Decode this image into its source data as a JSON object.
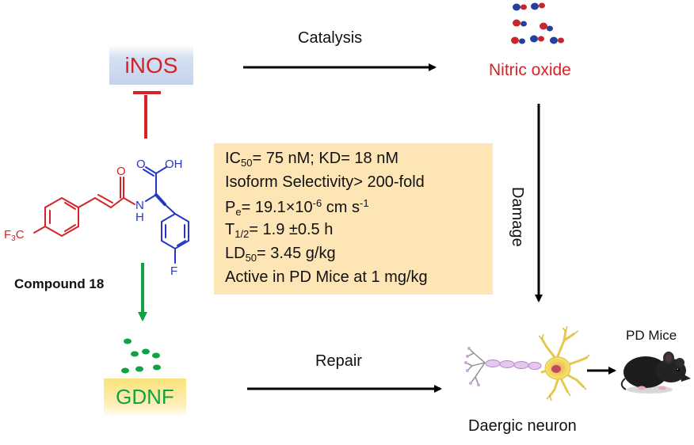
{
  "inos": {
    "label": "iNOS"
  },
  "gdnf": {
    "label": "GDNF"
  },
  "nitric_oxide": {
    "label": "Nitric oxide"
  },
  "arrows": {
    "catalysis": "Catalysis",
    "damage": "Damage",
    "repair": "Repair"
  },
  "compound": {
    "label": "Compound 18",
    "atoms": {
      "cf3_prefix": "F",
      "cf3_sub": "3",
      "cf3_suffix": "C",
      "o": "O",
      "oh": "OH",
      "nh": "N",
      "h": "H",
      "f": "F"
    }
  },
  "properties": {
    "ic50_pre": "IC",
    "ic50_sub": "50",
    "ic50_post": "= 75 nM; KD= 18 nM",
    "isoform": "Isoform Selectivity> 200-fold",
    "pe_pre": "P",
    "pe_sub": "e",
    "pe_mid": "= 19.1×10",
    "pe_exp": "-6",
    "pe_unit": " cm s",
    "pe_exp2": "-1",
    "t12_pre": "T",
    "t12_sub": "1/2",
    "t12_post": "= 1.9 ±0.5 h",
    "ld50_pre": "LD",
    "ld50_sub": "50",
    "ld50_post": "= 3.45 g/kg",
    "active": "Active in PD Mice at 1 mg/kg"
  },
  "neuron": {
    "label": "Daergic neuron"
  },
  "mice": {
    "label": "PD Mice"
  },
  "colors": {
    "inhibit": "#d6232a",
    "nitric_oxide_text": "#d6232a",
    "no_dot_red": "#c8262e",
    "no_dot_blue": "#23409a",
    "gdnf_green": "#0fa345",
    "molecule_red": "#d6232a",
    "molecule_blue": "#2438c8",
    "props_fill": "#fde5b5"
  }
}
